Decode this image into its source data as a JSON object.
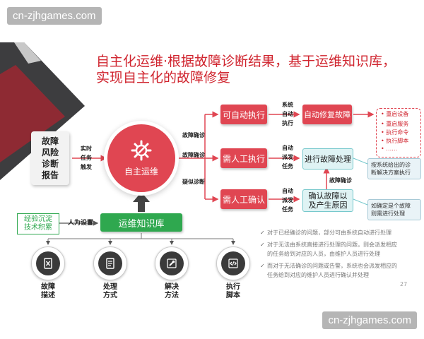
{
  "watermark": "cn-zjhgames.com",
  "title": [
    "自主化运维·根据故障诊断结果，基于运维知识库，",
    "实现自主化的故障修复"
  ],
  "report": [
    "故障",
    "风险",
    "诊断",
    "报告"
  ],
  "trigger_label": [
    "实时",
    "任务",
    "触发"
  ],
  "center": {
    "label": "自主运维"
  },
  "branches": {
    "confirm_label": "故障确诊",
    "suspected_label": "疑似诊断",
    "auto_exec": "可自动执行",
    "manual_exec": "需人工执行",
    "manual_confirm": "需人工确认"
  },
  "mid_labels": {
    "row1": [
      "系统",
      "自动",
      "执行"
    ],
    "row2": [
      "自动",
      "派发",
      "任务"
    ],
    "row3": [
      "自动",
      "派发",
      "任务"
    ]
  },
  "results": {
    "auto_repair": "自动修复故障",
    "handle": "进行故障处理",
    "confirm": [
      "确认故障以",
      "及产生原因"
    ],
    "confirm_link": "故障确诊"
  },
  "notes": {
    "handle_note": [
      "按系统给出的诊",
      "断解决方案执行"
    ],
    "confirm_note": [
      "如确定是个故障",
      "则需进行处理"
    ]
  },
  "actions": [
    "重启设备",
    "重启服务",
    "执行命令",
    "执行脚本",
    "……"
  ],
  "kb": {
    "experience": [
      "经验沉淀",
      "技术积累"
    ],
    "setting_label": "人为设置",
    "label": "运维知识库"
  },
  "bottom_nodes": [
    {
      "label": [
        "故障",
        "描述"
      ],
      "icon": "script-icon"
    },
    {
      "label": [
        "处理",
        "方式"
      ],
      "icon": "document-icon"
    },
    {
      "label": [
        "解决",
        "方法"
      ],
      "icon": "wrench-icon"
    },
    {
      "label": [
        "执行",
        "脚本"
      ],
      "icon": "code-icon"
    }
  ],
  "bullets": [
    [
      "对于已经确诊的问题，部分可由系统自动进行处理"
    ],
    [
      "对于无法由系统直接进行处理的问题，则会派发相应",
      "的任务给到对应的人员，由维护人员进行处理"
    ],
    [
      "而对于无法确诊的问题或告警，系统也会派发相应的",
      "任务给到对应的维护人员进行确认并处理"
    ]
  ],
  "page_number": "27",
  "colors": {
    "red": "#e04652",
    "green": "#2fa84f",
    "teal": "#76c8cc",
    "title_red": "#d0252f"
  }
}
